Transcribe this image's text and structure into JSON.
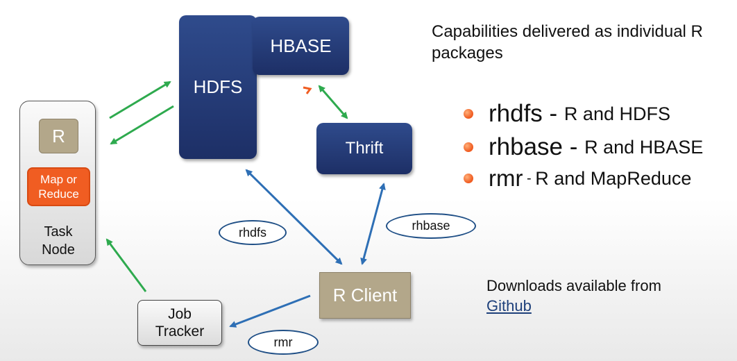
{
  "nodes": {
    "hdfs": "HDFS",
    "hbase": "HBASE",
    "thrift": "Thrift",
    "r": "R",
    "map_or_reduce": [
      "Map or",
      "Reduce"
    ],
    "task_node": [
      "Task",
      "Node"
    ],
    "r_client": "R Client",
    "job_tracker": [
      "Job",
      "Tracker"
    ]
  },
  "edge_labels": {
    "rhdfs": "rhdfs",
    "rhbase": "rhbase",
    "rmr": "rmr"
  },
  "capabilities": "Capabilities delivered as individual R packages",
  "packages": [
    {
      "name": "rhdfs",
      "sep": " - ",
      "desc": "R and HDFS"
    },
    {
      "name": "rhbase",
      "sep": " - ",
      "desc": "R and HBASE"
    },
    {
      "name": "rmr",
      "sep": " - ",
      "desc": "R and MapReduce"
    }
  ],
  "downloads": {
    "text": "Downloads available from",
    "link": "Github"
  },
  "colors": {
    "navy": "#1d2f66",
    "tan": "#b3a78a",
    "orange": "#f05d22",
    "green_arrow": "#2eaa4e",
    "blue_arrow": "#2e6fb5"
  }
}
